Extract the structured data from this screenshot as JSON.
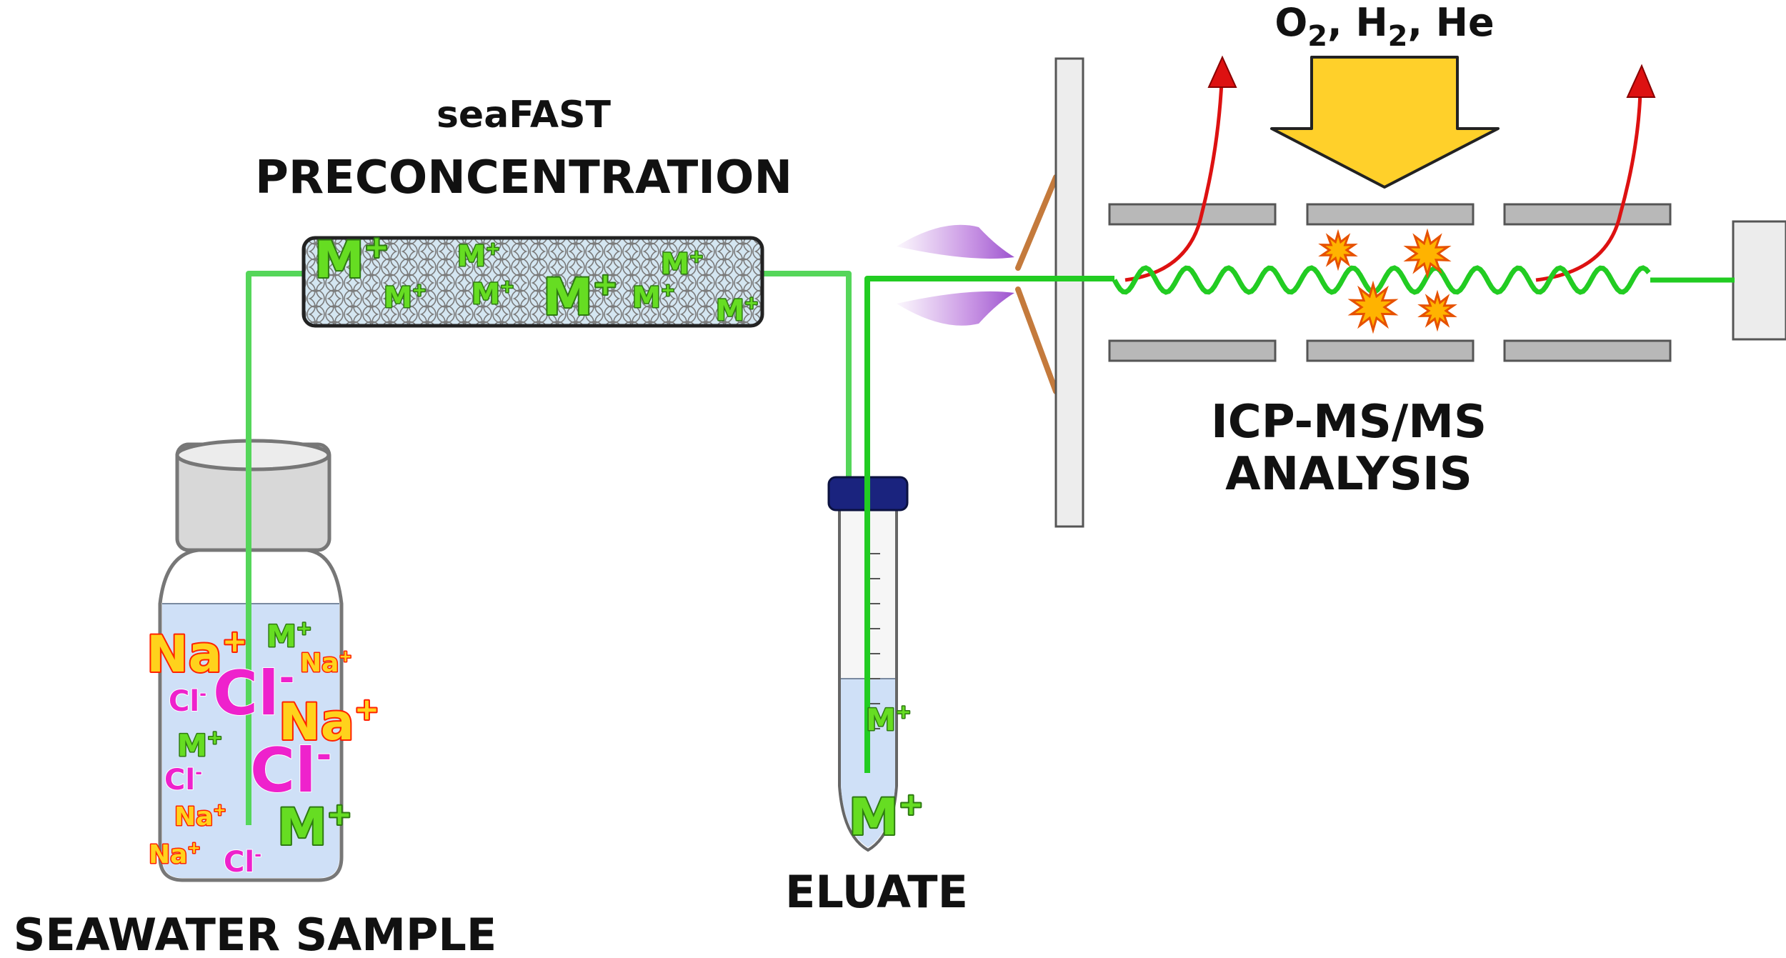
{
  "labels": {
    "seafast_line1": "seaFAST",
    "seafast_line2": "PRECONCENTRATION",
    "seawater": "SEAWATER SAMPLE",
    "eluate": "ELUATE",
    "icp_line1": "ICP-MS/MS",
    "icp_line2": "ANALYSIS"
  },
  "gas": {
    "o2": "O",
    "o2_sub": "2",
    "sep1": ", H",
    "h2_sub": "2",
    "sep2": ", He"
  },
  "ions": {
    "metal": "M",
    "metal_charge": "+",
    "sodium": "Na",
    "sodium_charge": "+",
    "chloride": "Cl",
    "chloride_charge": "-"
  },
  "colors": {
    "tubing": "#55d65a",
    "ion_beam": "#22cc22",
    "seawater": "#cfe0f7",
    "cap_eluate_tube": "#1a237e",
    "gas_arrow": "#ffd02a",
    "exhaust_arrow": "#dd1111",
    "sampling_cone": "#c47a3c",
    "plasma": "#b066d6"
  }
}
